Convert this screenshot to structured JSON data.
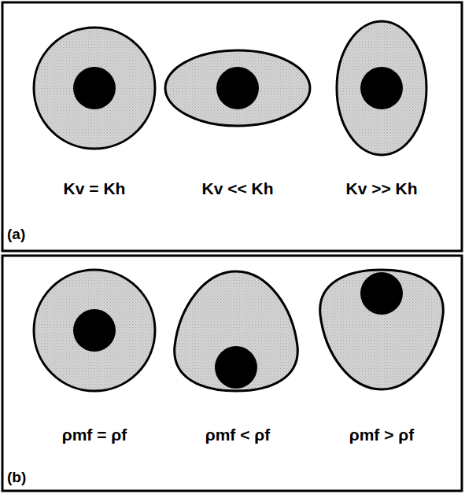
{
  "diagram": {
    "labels": [
      "Kv = Kh",
      "Kv << Kh",
      "Kv >> Kh",
      "(a)",
      "ρmf = ρf",
      "ρmf < ρf",
      "ρmf > ρf",
      "(b)"
    ]
  }
}
